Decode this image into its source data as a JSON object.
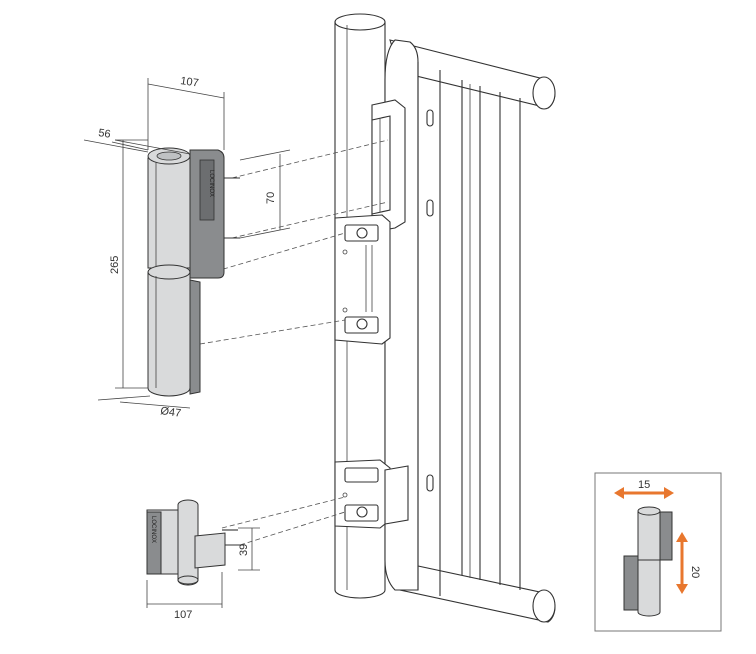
{
  "dimensions": {
    "top_hinge_width": "107",
    "top_hinge_depth": "56",
    "top_hinge_height": "265",
    "bolt_spacing": "70",
    "diameter": "Ø47",
    "bottom_hinge_height": "39",
    "bottom_hinge_width": "107"
  },
  "inset": {
    "horizontal_adjust": "15",
    "vertical_adjust": "20",
    "arrow_color": "#e8772e"
  },
  "brand_marks": {
    "top_plate": "LOCINOX",
    "bottom_plate": "LOCINOX"
  },
  "colors": {
    "line": "#333333",
    "metal": "#d9dadb",
    "plate": "#8a8c8e",
    "accent": "#e8772e"
  }
}
